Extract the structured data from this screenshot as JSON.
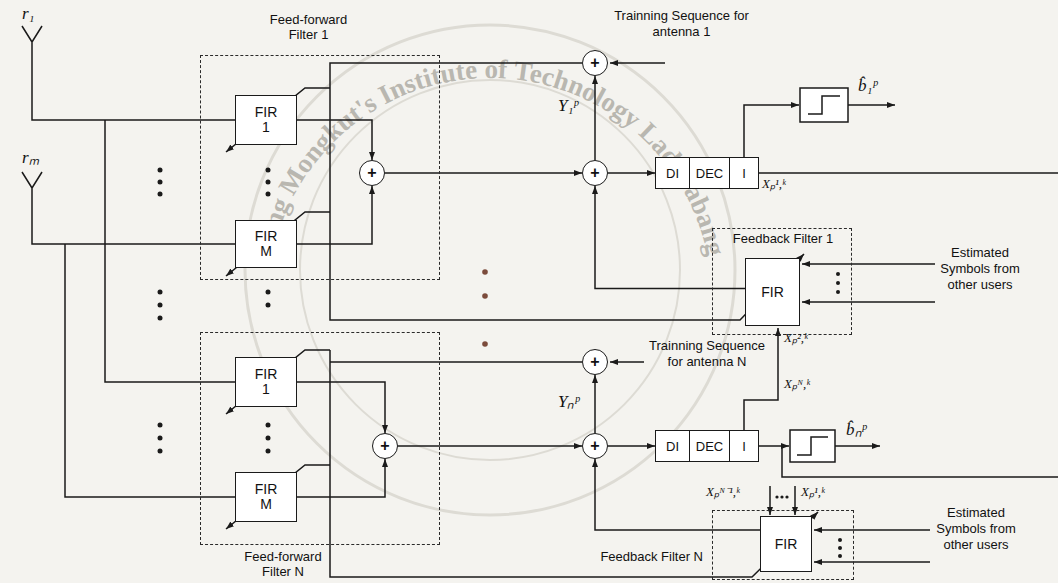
{
  "diagram": {
    "nodes": [
      {
        "text": [
          "Feed-forward Filter 1"
        ]
      },
      {
        "text": [
          "FIR 1"
        ],
        "in": 0
      },
      {
        "text": [
          "FIR M"
        ],
        "in": 0
      },
      {
        "text": [
          "+"
        ],
        "in": 0
      },
      {
        "text": [
          "+"
        ]
      },
      {
        "text": [
          "+"
        ]
      },
      {
        "text": [
          "DI"
        ]
      },
      {
        "text": [
          "DEC"
        ]
      },
      {
        "text": [
          "I"
        ]
      },
      {
        "text": [
          "Feedback Filter 1"
        ]
      },
      {
        "text": [
          "FIR"
        ],
        "in": 9
      },
      {
        "text": [
          "Feed-forward Filter N"
        ]
      },
      {
        "text": [
          "FIR 1"
        ],
        "in": 11
      },
      {
        "text": [
          "FIR M"
        ],
        "in": 11
      },
      {
        "text": [
          "+"
        ],
        "in": 11
      },
      {
        "text": [
          "+"
        ]
      },
      {
        "text": [
          "+"
        ]
      },
      {
        "text": [
          "DI"
        ]
      },
      {
        "text": [
          "DEC"
        ]
      },
      {
        "text": [
          "I"
        ]
      },
      {
        "text": [
          "Feedback Filter N"
        ]
      },
      {
        "text": [
          "FIR"
        ],
        "in": 20
      }
    ],
    "edges": [
      {
        "from": 1,
        "to": 3,
        "arrow": "to"
      },
      {
        "from": 2,
        "to": 3,
        "arrow": "to"
      },
      {
        "from": 3,
        "to": 5,
        "arrow": "to"
      },
      {
        "from": 5,
        "to": 4,
        "arrow": "to"
      },
      {
        "from": 4,
        "to": 0,
        "arrow": "none"
      },
      {
        "from": 5,
        "to": 6,
        "arrow": "to"
      },
      {
        "from": 10,
        "to": 5,
        "arrow": "to"
      },
      {
        "from": 12,
        "to": 14,
        "arrow": "to"
      },
      {
        "from": 13,
        "to": 14,
        "arrow": "to"
      },
      {
        "from": 14,
        "to": 16,
        "arrow": "to"
      },
      {
        "from": 16,
        "to": 15,
        "arrow": "to"
      },
      {
        "from": 15,
        "to": 11,
        "arrow": "none"
      },
      {
        "from": 16,
        "to": 17,
        "arrow": "to"
      },
      {
        "from": 21,
        "to": 16,
        "arrow": "to"
      }
    ],
    "labels": [
      "r₁",
      "rₘ",
      "Trainning Sequence for antenna 1",
      "Y₁ᵖ",
      "b̂₁ᵖ",
      "Xₚ¹,ᵏ",
      "Estimated Symbols from other users",
      "Trainning Sequence for antenna N",
      "Xₚ²,ᵏ",
      "Xₚᴺ,ᵏ",
      "Yₙᵖ",
      "b̂ₙᵖ",
      "Xₚᴺ⁻¹,ᵏ",
      "Xₚ¹,ᵏ",
      "Estimated Symbols from other users",
      "King Mongkut's Institute of Technology Ladkrabang"
    ]
  }
}
